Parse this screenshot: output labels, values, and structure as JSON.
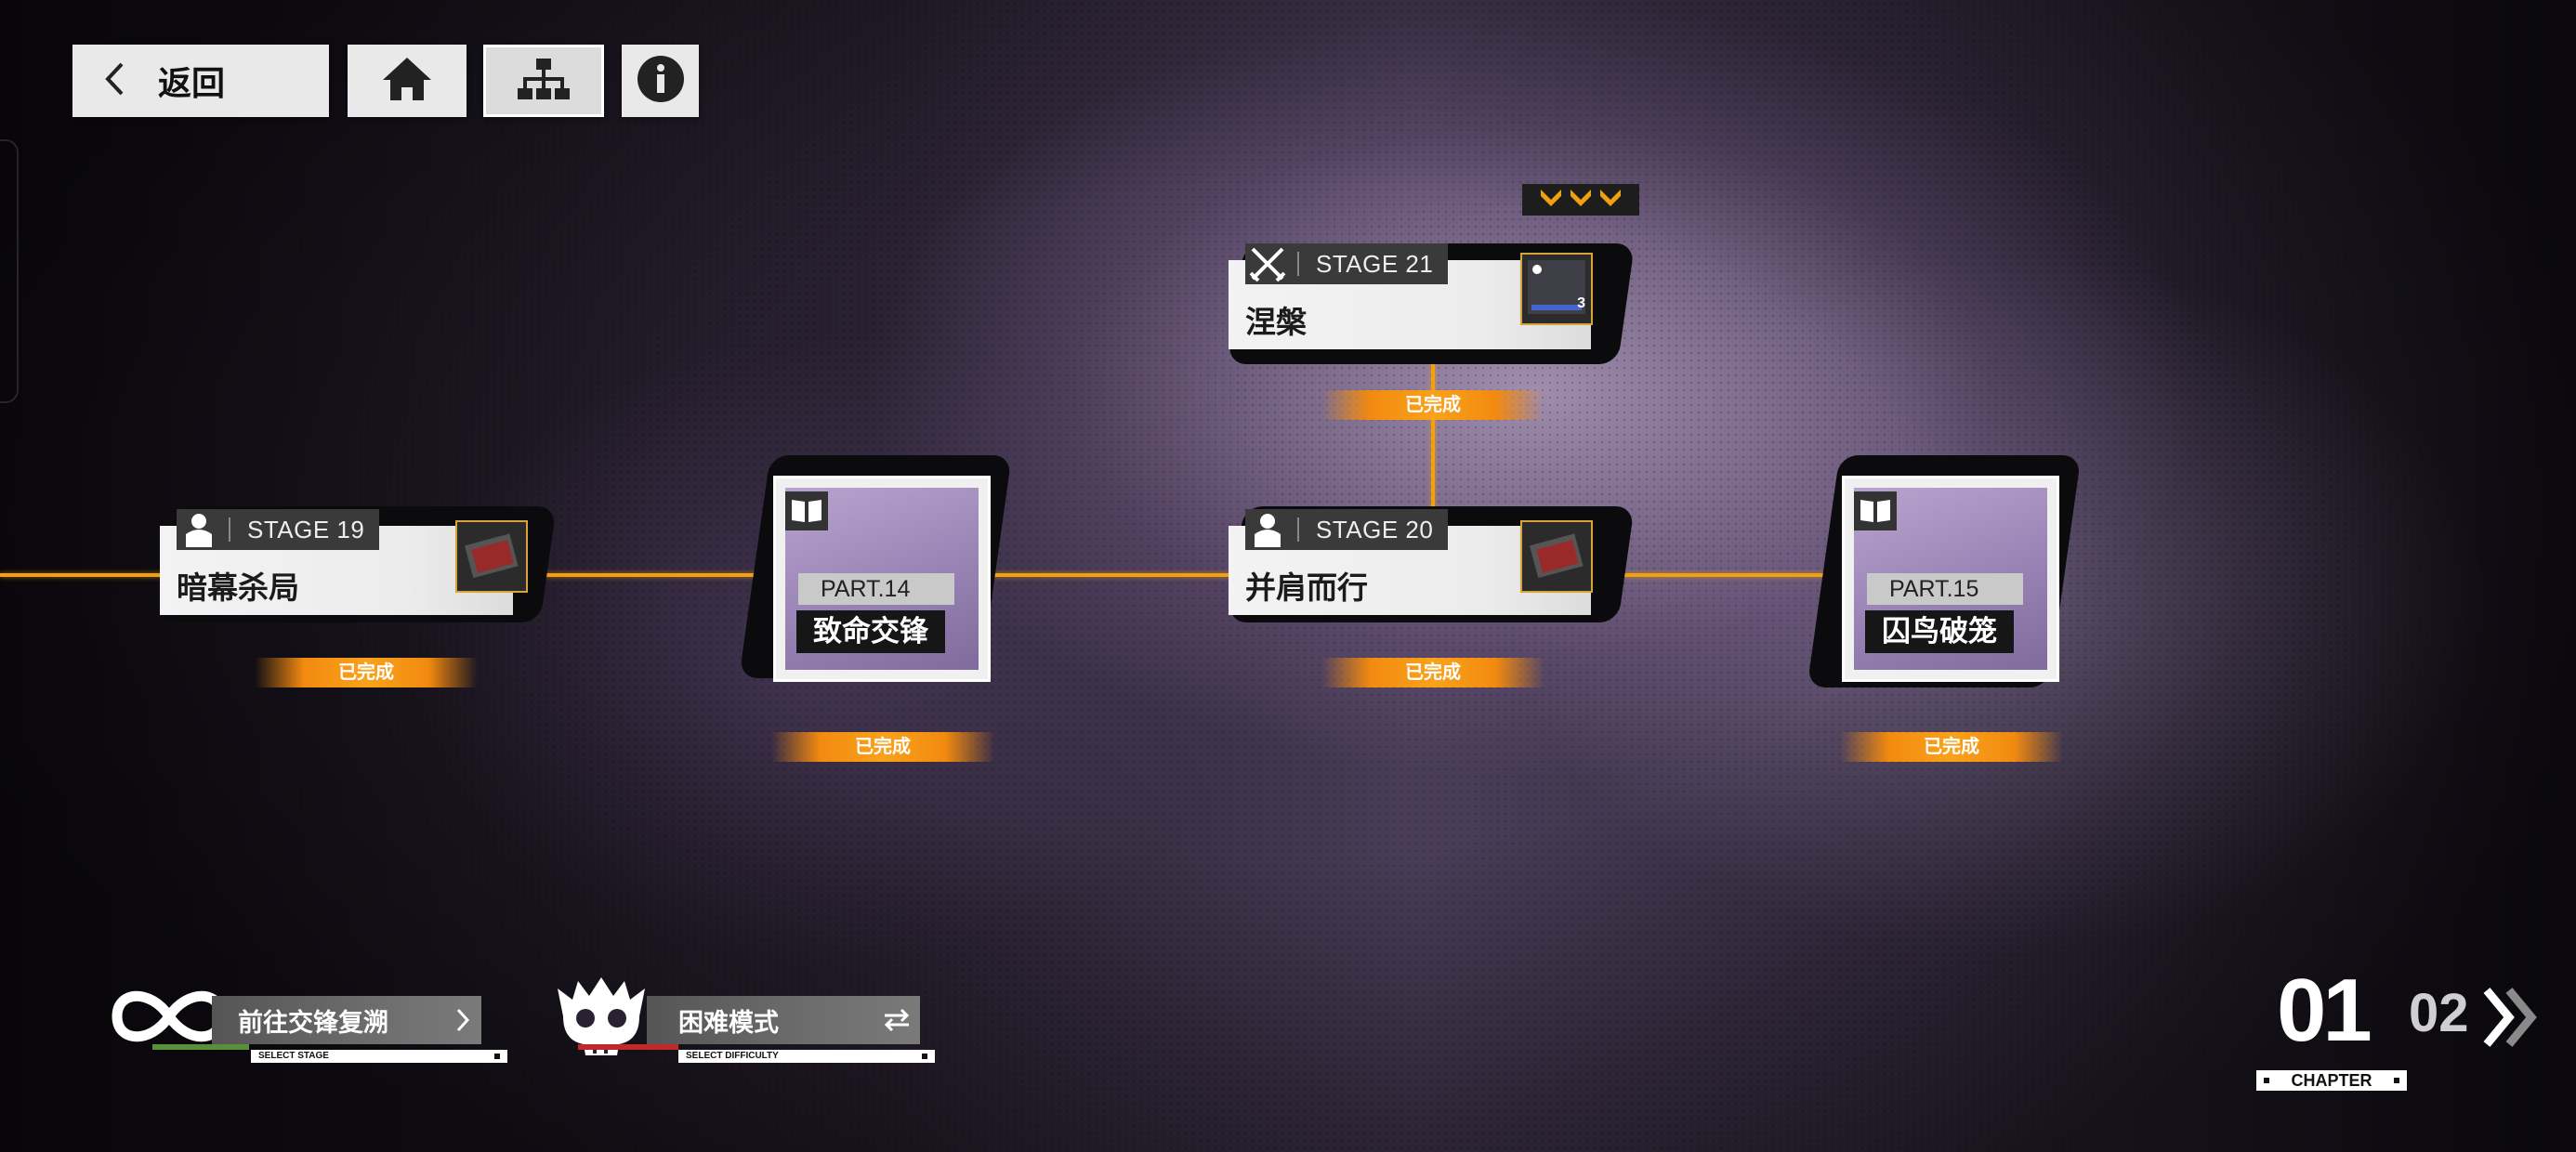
{
  "nav": {
    "back_label": "返回",
    "back_icon": "chevron-left-icon",
    "home_icon": "home-icon",
    "map_icon": "hierarchy-icon",
    "info_icon": "info-icon"
  },
  "stages": [
    {
      "code": "STAGE 19",
      "name": "暗幕杀局",
      "icon": "character-icon",
      "status": "已完成"
    },
    {
      "code": "STAGE 21",
      "name": "涅槃",
      "icon": "crossed-swords-icon",
      "status": "已完成",
      "thumb_count": "3"
    },
    {
      "code": "STAGE 20",
      "name": "并肩而行",
      "icon": "character-icon",
      "status": "已完成"
    }
  ],
  "parts": [
    {
      "code": "PART.14",
      "name": "致命交锋",
      "icon": "book-icon",
      "status": "已完成"
    },
    {
      "code": "PART.15",
      "name": "囚鸟破笼",
      "icon": "book-icon",
      "status": "已完成"
    }
  ],
  "bottom": {
    "select_stage_label": "前往交锋复溯",
    "select_stage_sub": "SELECT STAGE",
    "select_difficulty_label": "困难模式",
    "select_difficulty_sub": "SELECT DIFFICULTY"
  },
  "chapter": {
    "current": "01",
    "next": "02",
    "label": "CHAPTER"
  },
  "colors": {
    "accent": "#f2a00e",
    "difficulty": "#c0282a",
    "stage_progress": "#5a8f3a"
  }
}
